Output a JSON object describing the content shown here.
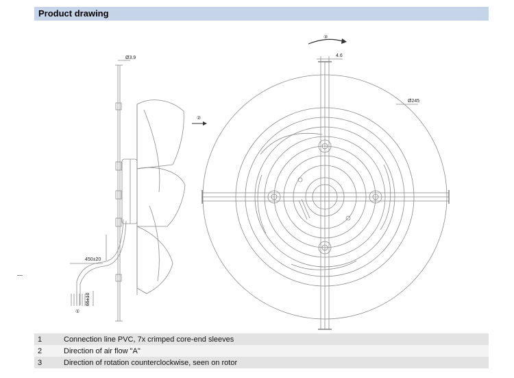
{
  "header": {
    "title": "Product drawing"
  },
  "drawing": {
    "dim_shaft": "Ø3.9",
    "dim_cable_length": "450±20",
    "dim_strip": "65±10",
    "marker_1": "①",
    "marker_2": "②",
    "marker_3": "③",
    "dim_grille_bar": "4.6",
    "dim_diameter": "Ø245"
  },
  "legend": [
    {
      "num": "1",
      "text": "Connection line PVC, 7x crimped core-end sleeves"
    },
    {
      "num": "2",
      "text": "Direction of air flow \"A\""
    },
    {
      "num": "3",
      "text": "Direction of rotation counterclockwise, seen on rotor"
    }
  ]
}
